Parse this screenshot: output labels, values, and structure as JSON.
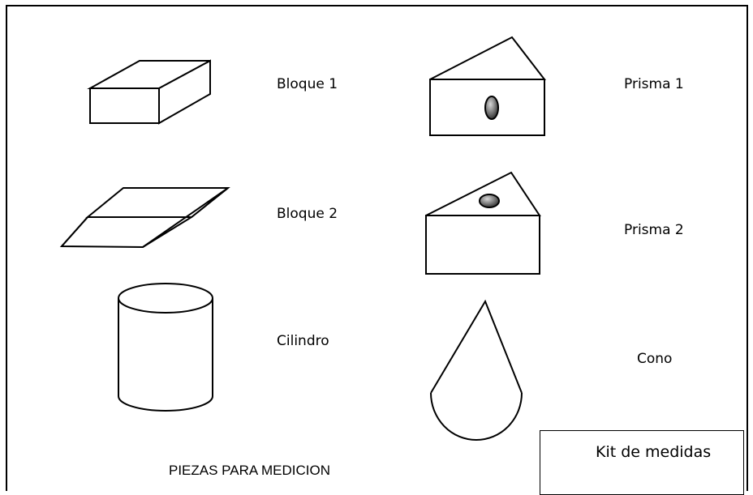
{
  "pieces": {
    "bloque1": "Bloque 1",
    "bloque2": "Bloque 2",
    "cilindro": "Cilindro",
    "prisma1": "Prisma 1",
    "prisma2": "Prisma 2",
    "cono": "Cono"
  },
  "caption": "PIEZAS PARA MEDICION",
  "kit_label": "Kit de medidas",
  "colors": {
    "line": "#000000",
    "hole_fill": "#555555",
    "background": "#ffffff"
  }
}
